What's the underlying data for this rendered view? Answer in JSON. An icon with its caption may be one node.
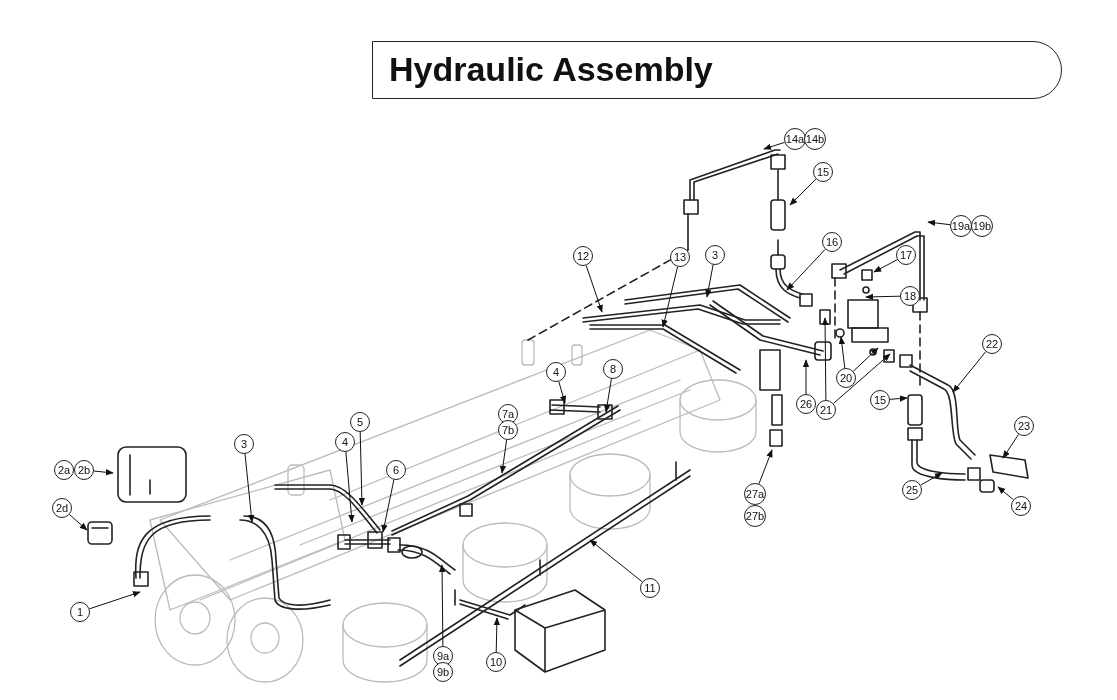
{
  "diagram": {
    "nodes": [
      {
        "text": [
          "Hydraulic Assembly"
        ]
      },
      {
        "text": [
          "14a"
        ]
      },
      {
        "text": [
          "14b"
        ]
      },
      {
        "text": [
          "15"
        ]
      },
      {
        "text": [
          "3"
        ]
      },
      {
        "text": [
          "12"
        ]
      },
      {
        "text": [
          "13"
        ]
      },
      {
        "text": [
          "16"
        ]
      },
      {
        "text": [
          "19a"
        ]
      },
      {
        "text": [
          "19b"
        ]
      },
      {
        "text": [
          "17"
        ]
      },
      {
        "text": [
          "18"
        ]
      },
      {
        "text": [
          "20"
        ]
      },
      {
        "text": [
          "21"
        ]
      },
      {
        "text": [
          "22"
        ]
      },
      {
        "text": [
          "26"
        ]
      },
      {
        "text": [
          "4"
        ]
      },
      {
        "text": [
          "8"
        ]
      },
      {
        "text": [
          "7a"
        ]
      },
      {
        "text": [
          "7b"
        ]
      },
      {
        "text": [
          "15"
        ]
      },
      {
        "text": [
          "27a"
        ]
      },
      {
        "text": [
          "27b"
        ]
      },
      {
        "text": [
          "23"
        ]
      },
      {
        "text": [
          "24"
        ]
      },
      {
        "text": [
          "25"
        ]
      },
      {
        "text": [
          "5"
        ]
      },
      {
        "text": [
          "6"
        ]
      },
      {
        "text": [
          "4"
        ]
      },
      {
        "text": [
          "3"
        ]
      },
      {
        "text": [
          "2a"
        ]
      },
      {
        "text": [
          "2b"
        ]
      },
      {
        "text": [
          "2d"
        ]
      },
      {
        "text": [
          "1"
        ]
      },
      {
        "text": [
          "11"
        ]
      },
      {
        "text": [
          "10"
        ]
      },
      {
        "text": [
          "9a"
        ]
      },
      {
        "text": [
          "9b"
        ]
      }
    ],
    "edges": [
      {
        "from": 1,
        "to": null,
        "arrow": "to"
      },
      {
        "from": 3,
        "to": null,
        "arrow": "to"
      },
      {
        "from": 4,
        "to": null,
        "arrow": "to"
      },
      {
        "from": 5,
        "to": null,
        "arrow": "to"
      },
      {
        "from": 6,
        "to": null,
        "arrow": "to"
      },
      {
        "from": 7,
        "to": null,
        "arrow": "to"
      },
      {
        "from": 8,
        "to": null,
        "arrow": "to"
      },
      {
        "from": 10,
        "to": null,
        "arrow": "to"
      },
      {
        "from": 11,
        "to": null,
        "arrow": "to"
      },
      {
        "from": 12,
        "to": null,
        "arrow": "to"
      },
      {
        "from": 12,
        "to": null,
        "arrow": "to"
      },
      {
        "from": 13,
        "to": null,
        "arrow": "to"
      },
      {
        "from": 13,
        "to": null,
        "arrow": "to"
      },
      {
        "from": 14,
        "to": null,
        "arrow": "to"
      },
      {
        "from": 15,
        "to": null,
        "arrow": "to"
      },
      {
        "from": 16,
        "to": null,
        "arrow": "to"
      },
      {
        "from": 17,
        "to": null,
        "arrow": "to"
      },
      {
        "from": 19,
        "to": null,
        "arrow": "to"
      },
      {
        "from": 20,
        "to": null,
        "arrow": "to"
      },
      {
        "from": 21,
        "to": null,
        "arrow": "to"
      },
      {
        "from": 23,
        "to": null,
        "arrow": "to"
      },
      {
        "from": 24,
        "to": null,
        "arrow": "to"
      },
      {
        "from": 25,
        "to": null,
        "arrow": "to"
      },
      {
        "from": 26,
        "to": null,
        "arrow": "to"
      },
      {
        "from": 28,
        "to": null,
        "arrow": "to"
      },
      {
        "from": 27,
        "to": null,
        "arrow": "to"
      },
      {
        "from": 29,
        "to": null,
        "arrow": "to"
      },
      {
        "from": 31,
        "to": null,
        "arrow": "to"
      },
      {
        "from": 32,
        "to": null,
        "arrow": "to"
      },
      {
        "from": 33,
        "to": null,
        "arrow": "to"
      },
      {
        "from": 34,
        "to": null,
        "arrow": "to"
      },
      {
        "from": 35,
        "to": null,
        "arrow": "to"
      },
      {
        "from": 36,
        "to": null,
        "arrow": "to"
      }
    ]
  }
}
